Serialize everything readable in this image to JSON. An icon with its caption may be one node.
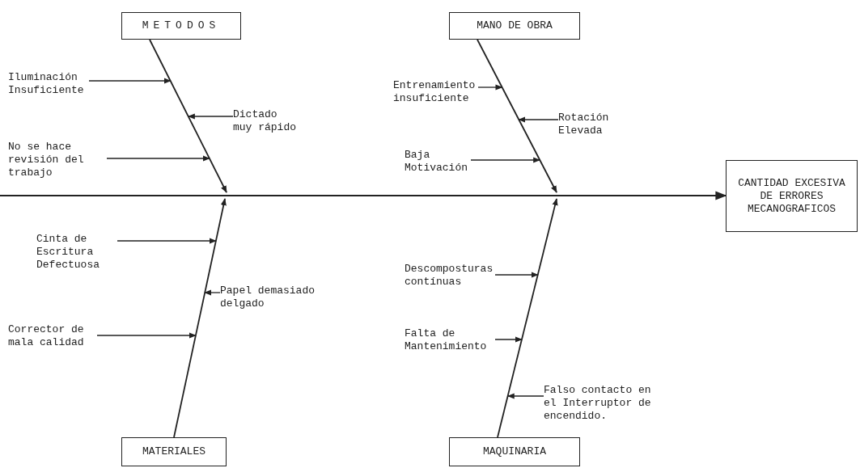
{
  "diagram": {
    "nodes": [
      {
        "text": [
          "METODOS"
        ]
      },
      {
        "text": [
          "MANO DE OBRA"
        ]
      },
      {
        "text": [
          "CANTIDAD EXCESIVA DE ERRORES MECANOGRAFICOS"
        ]
      },
      {
        "text": [
          "MATERIALES"
        ]
      },
      {
        "text": [
          "MAQUINARIA"
        ]
      },
      {
        "text": [
          "Iluminación Insuficiente"
        ]
      },
      {
        "text": [
          "Dictado muy rápido"
        ]
      },
      {
        "text": [
          "No se hace revisión del trabajo"
        ]
      },
      {
        "text": [
          "Entrenamiento insuficiente"
        ]
      },
      {
        "text": [
          "Rotación Elevada"
        ]
      },
      {
        "text": [
          "Baja Motivación"
        ]
      },
      {
        "text": [
          "Cinta de Escritura Defectuosa"
        ]
      },
      {
        "text": [
          "Papel demasiado delgado"
        ]
      },
      {
        "text": [
          "Corrector de mala calidad"
        ]
      },
      {
        "text": [
          "Descomposturas contínuas"
        ]
      },
      {
        "text": [
          "Falta de Mantenimiento"
        ]
      },
      {
        "text": [
          "Falso contacto en el Interruptor de encendido."
        ]
      }
    ],
    "edges": [
      {
        "from": null,
        "to": 2,
        "arrow": "to"
      },
      {
        "from": 0,
        "to": null,
        "arrow": "to"
      },
      {
        "from": 1,
        "to": null,
        "arrow": "to"
      },
      {
        "from": 3,
        "to": null,
        "arrow": "to"
      },
      {
        "from": 4,
        "to": null,
        "arrow": "to"
      },
      {
        "from": 5,
        "to": null,
        "arrow": "to"
      },
      {
        "from": 6,
        "to": null,
        "arrow": "to"
      },
      {
        "from": 7,
        "to": null,
        "arrow": "to"
      },
      {
        "from": 8,
        "to": null,
        "arrow": "to"
      },
      {
        "from": 9,
        "to": null,
        "arrow": "to"
      },
      {
        "from": 10,
        "to": null,
        "arrow": "to"
      },
      {
        "from": 11,
        "to": null,
        "arrow": "to"
      },
      {
        "from": 12,
        "to": null,
        "arrow": "to"
      },
      {
        "from": 13,
        "to": null,
        "arrow": "to"
      },
      {
        "from": 14,
        "to": null,
        "arrow": "to"
      },
      {
        "from": 15,
        "to": null,
        "arrow": "to"
      },
      {
        "from": 16,
        "to": null,
        "arrow": "to"
      }
    ]
  }
}
